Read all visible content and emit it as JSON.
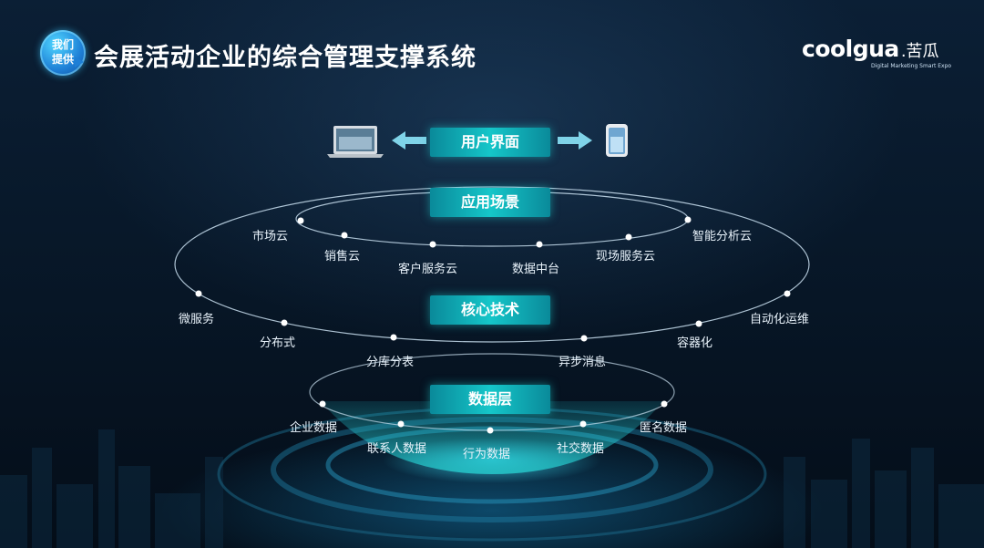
{
  "header": {
    "badge_line1": "我们",
    "badge_line2": "提供",
    "title": "会展活动企业的综合管理支撑系统",
    "logo_brand": "coolgua",
    "logo_brand_cn": ".苦瓜",
    "logo_tagline": "Digital Marketing Smart Expo"
  },
  "diagram": {
    "layers": {
      "ui": "用户界面",
      "scenario": "应用场景",
      "core": "核心技术",
      "data": "数据层"
    },
    "scenario_nodes": [
      "市场云",
      "销售云",
      "客户服务云",
      "数据中台",
      "现场服务云",
      "智能分析云"
    ],
    "core_nodes": [
      "微服务",
      "分布式",
      "分库分表",
      "异步消息",
      "容器化",
      "自动化运维"
    ],
    "data_nodes": [
      "企业数据",
      "联系人数据",
      "行为数据",
      "社交数据",
      "匿名数据"
    ]
  },
  "colors": {
    "accent": "#15c6c9",
    "background": "#061525"
  }
}
